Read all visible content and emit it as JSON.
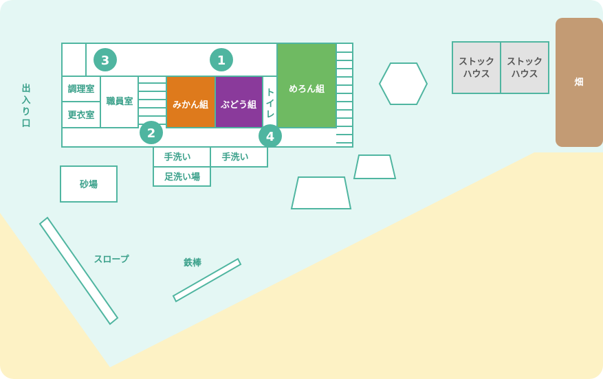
{
  "colors": {
    "field": "#e4f7f4",
    "sand": "#fdf2c5",
    "teal": "#4fb5a0",
    "mikan": "#de7a1c",
    "budou": "#8a3a9b",
    "meron": "#6fba62",
    "farm": "#c39b74",
    "house": "#e2e2e2"
  },
  "labels": {
    "entrance": "出入り口",
    "kitchen": "調理室",
    "locker": "更衣室",
    "staff": "職員室",
    "mikan": "みかん組",
    "budou": "ぶどう組",
    "toilet": "トイレ",
    "meron": "めろん組",
    "handwash1": "手洗い",
    "handwash2": "手洗い",
    "footwash": "足洗い場",
    "sandbox": "砂場",
    "slope": "スロープ",
    "bar": "鉄棒",
    "house1": "ストック\nハウス",
    "house2": "ストック\nハウス",
    "farm": "畑"
  },
  "markers": [
    "1",
    "2",
    "3",
    "4"
  ]
}
